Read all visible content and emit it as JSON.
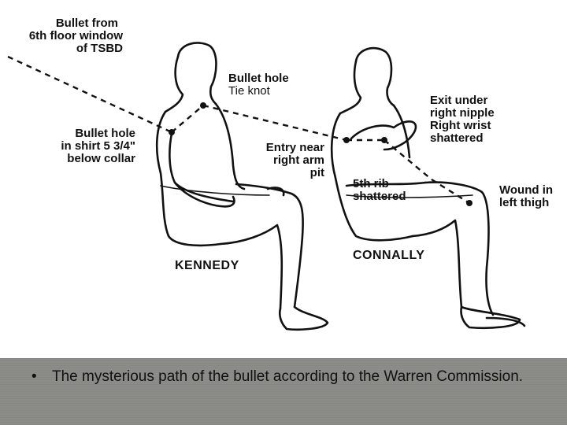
{
  "labels": {
    "bullet_from_line1": "Bullet from",
    "bullet_from_line2": "6th floor window",
    "bullet_from_line3": "of TSBD",
    "bullet_hole_tie_line1": "Bullet hole",
    "bullet_hole_tie_line2": "Tie knot",
    "exit_line1": "Exit under",
    "exit_line2": "right nipple",
    "exit_line3": "Right wrist",
    "exit_line4": "shattered",
    "shirt_line1": "Bullet hole",
    "shirt_line2": "in shirt 5 3/4\"",
    "shirt_line3": "below collar",
    "entry_line1": "Entry near",
    "entry_line2": "right arm",
    "entry_line3": "pit",
    "rib_line1": "5th rib",
    "rib_line2": "shattered",
    "wound_line1": "Wound in",
    "wound_line2": "left thigh",
    "kennedy": "KENNEDY",
    "connally": "CONNALLY"
  },
  "caption": {
    "bullet": "•",
    "text": "The mysterious path of the bullet according to the Warren Commission."
  },
  "colors": {
    "footer": "#8c8c88",
    "ink": "#111111"
  }
}
